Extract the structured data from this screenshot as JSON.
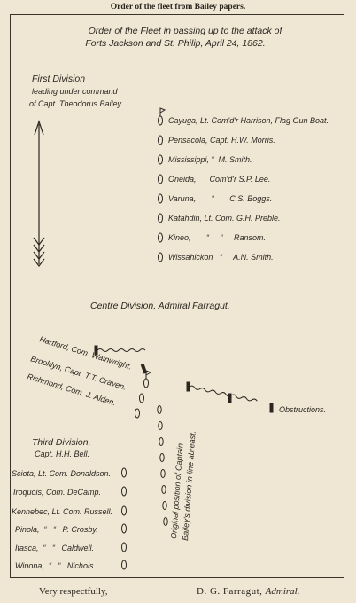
{
  "caption": "Order of the fleet from Bailey papers.",
  "title": {
    "line1": "Order of the Fleet in passing up to the attack of",
    "line2": "Forts Jackson and St. Philip, April 24, 1862."
  },
  "first_division": {
    "heading": [
      "First Division",
      "leading under command",
      "of Capt. Theodorus Bailey."
    ],
    "ships": [
      "Cayuga, Lt. Com'd'r Harrison, Flag Gun Boat.",
      "Pensacola, Capt. H.W. Morris.",
      "Mississippi, “  M. Smith.",
      "Oneida,      Com'd'r S.P. Lee.",
      "Varuna,       “       C.S. Boggs.",
      "Katahdin, Lt. Com. G.H. Preble.",
      "Kineo,       “     “     Ransom.",
      "Wissahickon   “     A.N. Smith."
    ]
  },
  "centre_division": {
    "heading": "Centre Division, Admiral Farragut.",
    "ships": [
      "Hartford, Com. Wainwright.",
      "Brooklyn, Capt. T.T. Craven.",
      "Richmond, Com. J. Alden."
    ]
  },
  "obstructions": "Obstructions.",
  "original_position": [
    "Original position of Captain",
    "Bailey's division in line abreast."
  ],
  "third_division": {
    "heading": [
      "Third Division,",
      "Capt. H.H. Bell."
    ],
    "ships": [
      "Sciota, Lt. Com. Donaldson.",
      "Iroquois, Com. DeCamp.",
      "Kennebec, Lt. Com. Russell.",
      "Pinola,  “   “   P. Crosby.",
      "Itasca,  “   “   Caldwell.",
      "Winona,  “   “   Nichols."
    ]
  },
  "signature": {
    "left": "Very respectfully,",
    "name": "D. G. Farragut,",
    "title": "Admiral."
  },
  "colors": {
    "paper": "#efe6d3",
    "ink": "#2b2620"
  }
}
